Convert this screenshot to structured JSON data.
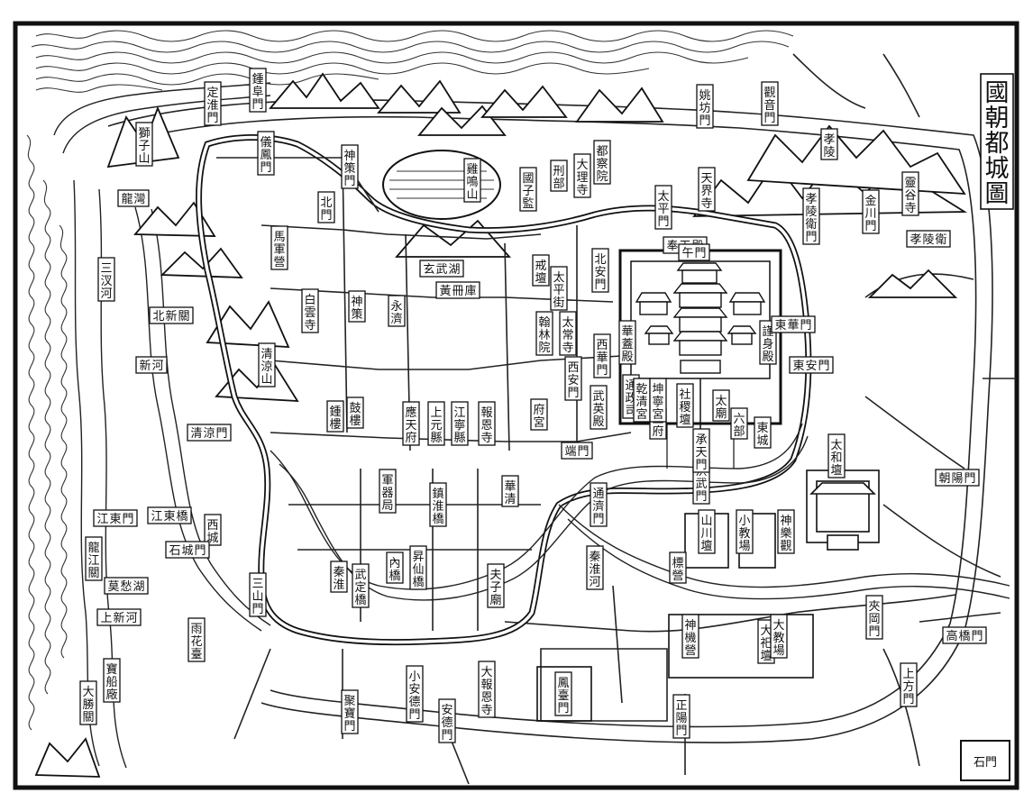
{
  "map": {
    "title": "國朝都城圖",
    "seal": "石門",
    "labels": {
      "hall_name": "奉天殿",
      "left_quarter": "西城",
      "right_quarter": "東城",
      "taihe": "太和壇",
      "shenle": "神樂觀",
      "damiao": "大祀壇",
      "longjiang": "龍江關",
      "north_gate": "北門",
      "pagoda": "大報恩寺",
      "gate_chaoyang": "朝陽門",
      "gate_zhengyang": "正陽門",
      "gate_xian": "西安門",
      "gate_dongan": "東安門",
      "gate_taiping": "太平門",
      "gate_shence": "神策門",
      "gate_jinchuan": "金川門",
      "gate_yifeng": "儀鳳門",
      "gate_dingyuan": "定淮門",
      "gate_qingliang": "清涼門",
      "gate_shicheng": "石城門",
      "gate_sanshan": "三山門",
      "gate_jubao": "聚寶門",
      "gate_tongji": "通濟門",
      "gate_zhongfu": "鍾阜門",
      "place_jimingshan": "雞鳴山",
      "place_guozijian": "國子監",
      "place_zhonglou": "鍾樓",
      "place_gulou": "鼓樓",
      "place_wuyinghall": "武英殿",
      "place_xiaoling": "孝陵",
      "place_jiaochang": "大教場",
      "place_shenjiying": "神機營",
      "place_shanchuan": "山川壇",
      "place_xiaojiaochang": "小教場",
      "place_sanchahe": "三汊河",
      "place_jiangdong": "江東門",
      "place_xiaoweiying": "孝陵衛",
      "place_dashengguan": "大勝關",
      "place_qinhuai": "秦淮",
      "place_wuding": "武定橋",
      "place_neiqiao": "內橋",
      "place_shengxian": "昇仙橋",
      "place_zhenhuai": "鎮淮橋",
      "place_huaqing": "華清",
      "place_fugong": "府宮",
      "place_xingbu": "刑部",
      "place_dalisi": "大理寺",
      "place_duchayuan": "都察院",
      "place_wufu": "五府",
      "place_liubu": "六部",
      "place_hanlin": "翰林院",
      "place_taichang": "太常寺",
      "place_tongzheng": "通政司",
      "place_baoen": "報恩寺",
      "place_tianjie": "天界寺",
      "place_linggu": "靈谷寺",
      "place_qingliangshan": "清涼山",
      "place_shizishan": "獅子山",
      "place_mochou": "莫愁湖",
      "place_yuhuatai": "雨花臺",
      "place_fuzimiao": "夫子廟",
      "place_jiangning": "江寧縣",
      "place_shangyuan": "上元縣",
      "place_yingtian": "應天府",
      "place_junqi": "軍器局",
      "place_baochuan": "寶船廠",
      "place_majun": "馬軍營",
      "place_longwan": "龍灣",
      "place_guanyin": "觀音門",
      "place_yaofang": "姚坊門",
      "place_gaoqiao": "高橋門",
      "place_shanghe": "上方門",
      "place_jiajiang": "夾岡門",
      "place_fengtai": "鳳臺門",
      "place_anmen": "安德門",
      "place_xiaoan": "小安德門",
      "place_jiangdongqiao": "江東橋",
      "place_shangxin": "上新河",
      "place_beixin": "北新關",
      "place_xinhe": "新河",
      "place_baiyun": "白雲寺",
      "place_xuanwu": "玄武湖",
      "place_huangce": "黃冊庫",
      "place_taiping_men_road": "太平街",
      "place_qinhuai_river": "秦淮河",
      "place_xiaolingwei_gate": "孝陵衛門",
      "place_shence_gate2": "神策",
      "place_yongji": "永濟",
      "place_jiefang": "戒壇",
      "place_biao": "標營",
      "place_hongwu": "洪武門",
      "place_chengtian": "承天門",
      "place_duan": "端門",
      "place_wu": "午門",
      "place_huagai": "華蓋殿",
      "place_jinshen": "謹身殿",
      "place_qianqing": "乾清宮",
      "place_kunning": "坤寧宮",
      "place_taimiao": "太廟",
      "place_sheji": "社稷壇",
      "place_beian": "北安門",
      "place_xihua": "西華門",
      "place_donghua": "東華門"
    }
  },
  "colors": {
    "ink": "#111111",
    "paper": "#ffffff"
  }
}
